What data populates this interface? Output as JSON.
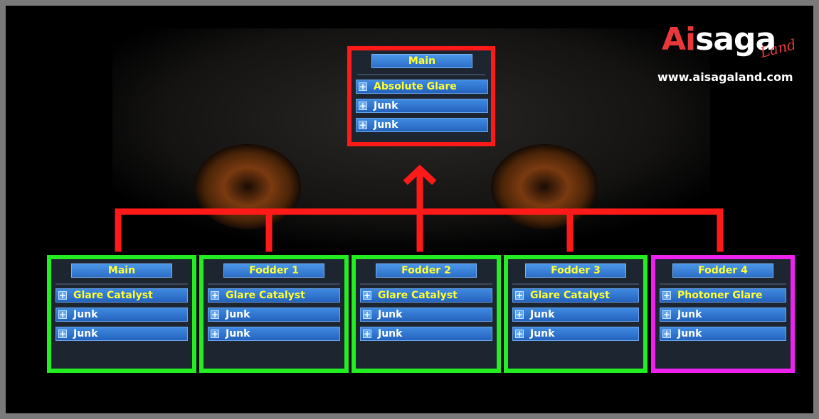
{
  "brand": {
    "logo_main": "Ai",
    "logo_rest": "saga",
    "logo_script": "Land",
    "website": "www.aisagaland.com"
  },
  "target": {
    "header": "Main",
    "items": [
      {
        "label": "Absolute Glare",
        "color": "yellow"
      },
      {
        "label": "Junk",
        "color": "white"
      },
      {
        "label": "Junk",
        "color": "white"
      }
    ]
  },
  "sources": [
    {
      "header": "Main",
      "border_color": "#22ee22",
      "items": [
        {
          "label": "Glare Catalyst",
          "color": "yellow"
        },
        {
          "label": "Junk",
          "color": "white"
        },
        {
          "label": "Junk",
          "color": "white"
        }
      ]
    },
    {
      "header": "Fodder 1",
      "border_color": "#22ee22",
      "items": [
        {
          "label": "Glare Catalyst",
          "color": "yellow"
        },
        {
          "label": "Junk",
          "color": "white"
        },
        {
          "label": "Junk",
          "color": "white"
        }
      ]
    },
    {
      "header": "Fodder 2",
      "border_color": "#22ee22",
      "items": [
        {
          "label": "Glare Catalyst",
          "color": "yellow"
        },
        {
          "label": "Junk",
          "color": "white"
        },
        {
          "label": "Junk",
          "color": "white"
        }
      ]
    },
    {
      "header": "Fodder 3",
      "border_color": "#22ee22",
      "items": [
        {
          "label": "Glare Catalyst",
          "color": "yellow"
        },
        {
          "label": "Junk",
          "color": "white"
        },
        {
          "label": "Junk",
          "color": "white"
        }
      ]
    },
    {
      "header": "Fodder 4",
      "border_color": "#ee22ee",
      "items": [
        {
          "label": "Photoner Glare",
          "color": "yellow"
        },
        {
          "label": "Junk",
          "color": "white"
        },
        {
          "label": "Junk",
          "color": "white"
        }
      ]
    }
  ],
  "colors": {
    "target_border": "#ff1a1a",
    "connector": "#ff1a1a",
    "label_yellow": "#ffff33",
    "label_white": "#ffffff"
  }
}
